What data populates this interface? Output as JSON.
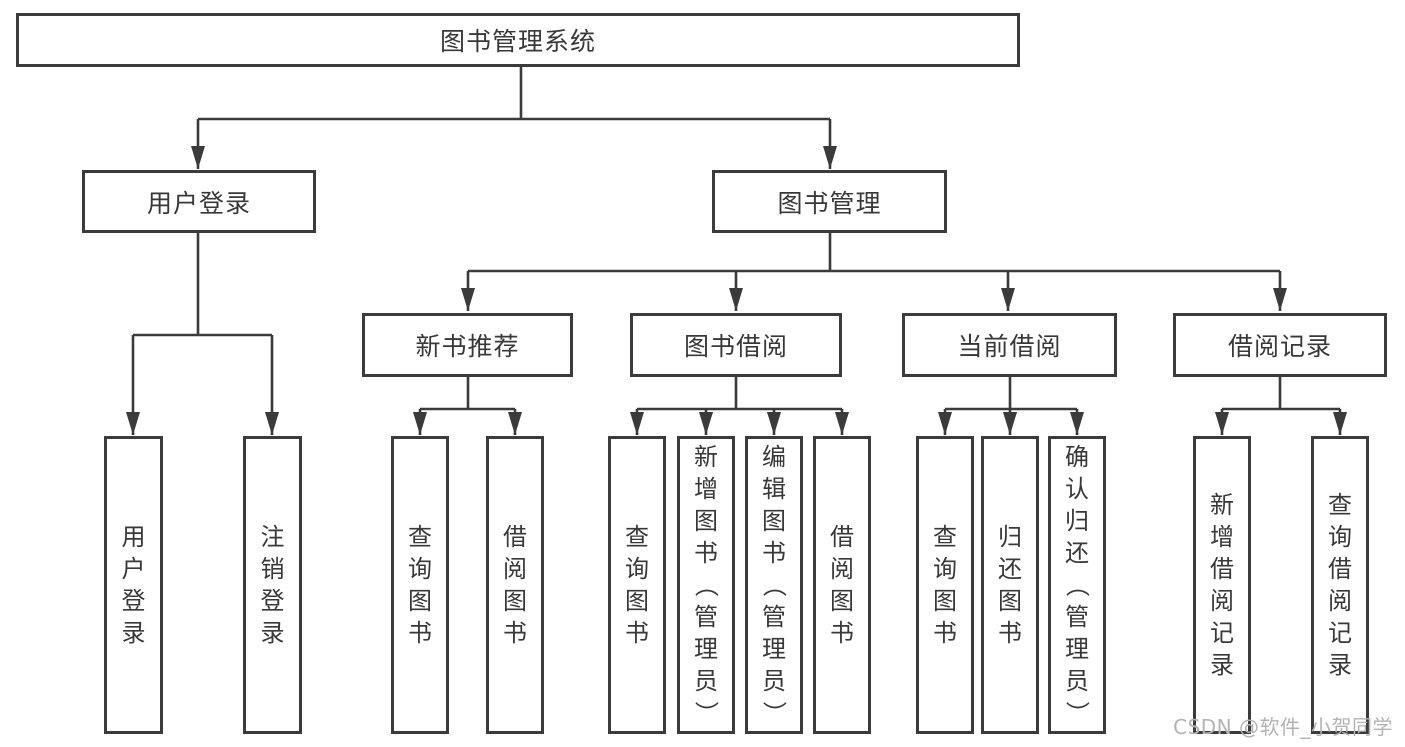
{
  "diagram": {
    "root": {
      "label": "图书管理系统"
    },
    "level2": [
      {
        "label": "用户登录"
      },
      {
        "label": "图书管理"
      }
    ],
    "level3": [
      {
        "label": "新书推荐"
      },
      {
        "label": "图书借阅"
      },
      {
        "label": "当前借阅"
      },
      {
        "label": "借阅记录"
      }
    ],
    "leaves": {
      "user_login": [
        {
          "label": "用户登录"
        },
        {
          "label": "注销登录"
        }
      ],
      "new_book_recommend": [
        {
          "label": "查询图书"
        },
        {
          "label": "借阅图书"
        }
      ],
      "book_borrow": [
        {
          "label": "查询图书"
        },
        {
          "label": "新增图书（管理员）"
        },
        {
          "label": "编辑图书（管理员）"
        },
        {
          "label": "借阅图书"
        }
      ],
      "current_borrow": [
        {
          "label": "查询图书"
        },
        {
          "label": "归还图书"
        },
        {
          "label": "确认归还（管理员）"
        }
      ],
      "borrow_records": [
        {
          "label": "新增借阅记录"
        },
        {
          "label": "查询借阅记录"
        }
      ]
    }
  },
  "watermark": {
    "text": "CSDN @软件_小贺同学"
  },
  "colors": {
    "line": "#3b3b3b",
    "text": "#383838",
    "box_background": "#ffffff",
    "watermark": "#b3b3b3"
  }
}
